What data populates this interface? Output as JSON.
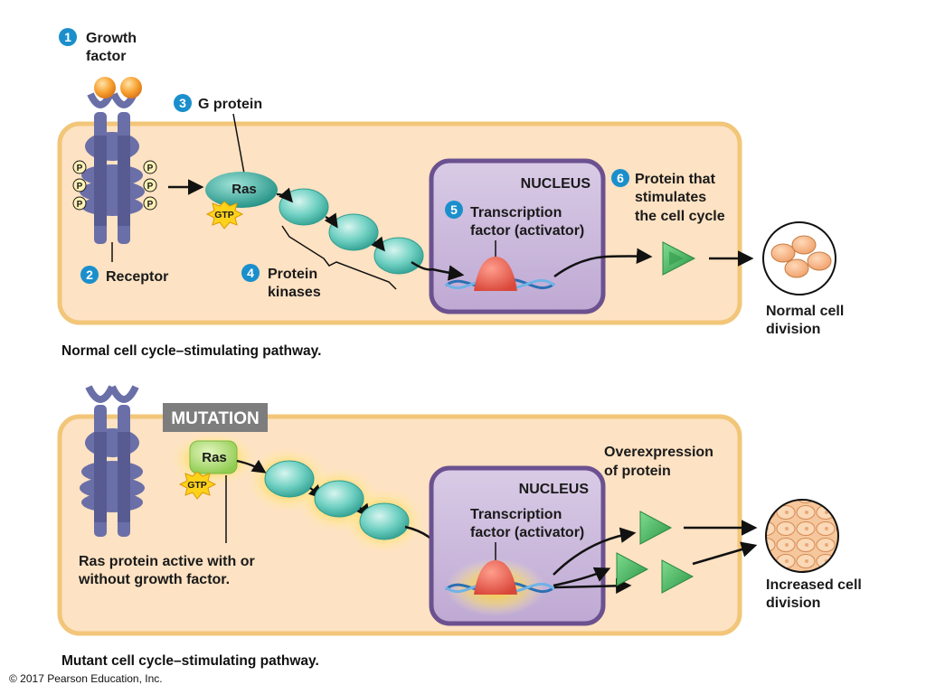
{
  "top_panel": {
    "caption": "Normal cell cycle–stimulating pathway.",
    "steps": [
      {
        "number": "1",
        "label_lines": [
          "Growth",
          "factor"
        ]
      },
      {
        "number": "2",
        "label_lines": [
          "Receptor"
        ]
      },
      {
        "number": "3",
        "label_lines": [
          "G protein"
        ]
      },
      {
        "number": "4",
        "label_lines": [
          "Protein",
          "kinases"
        ]
      },
      {
        "number": "5",
        "label_lines": [
          "Transcription",
          "factor (activator)"
        ]
      },
      {
        "number": "6",
        "label_lines": [
          "Protein that",
          "stimulates",
          "the cell cycle"
        ]
      }
    ],
    "nucleus_label": "NUCLEUS",
    "ras_label": "Ras",
    "gtp_label": "GTP",
    "phosphate_label": "P",
    "outcome_lines": [
      "Normal cell",
      "division"
    ]
  },
  "bottom_panel": {
    "caption": "Mutant cell cycle–stimulating pathway.",
    "mutation_label": "MUTATION",
    "ras_label": "Ras",
    "gtp_label": "GTP",
    "nucleus_label": "NUCLEUS",
    "transcription_lines": [
      "Transcription",
      "factor (activator)"
    ],
    "overexpression_lines": [
      "Overexpression",
      "of protein"
    ],
    "ras_note_lines": [
      "Ras protein active with or",
      "without growth factor."
    ],
    "outcome_lines": [
      "Increased cell",
      "division"
    ]
  },
  "copyright": "© 2017 Pearson Education, Inc.",
  "colors": {
    "cell_fill": "#fde2c3",
    "cell_border": "#f2c679",
    "nucleus_fill": "#cbbad9",
    "nucleus_border": "#6c5190",
    "receptor": "#6b6fa8",
    "kinase": "#59c6b6",
    "ras_normal": "#2ba79a",
    "ras_mutant": "#a6d86a",
    "step_badge": "#1b8fcc",
    "product": "#3aa85a",
    "growth_factor": "#f7a030",
    "activator": "#e6594e",
    "mutation_banner": "#7d7d7d",
    "glow": "#ffd21a"
  }
}
